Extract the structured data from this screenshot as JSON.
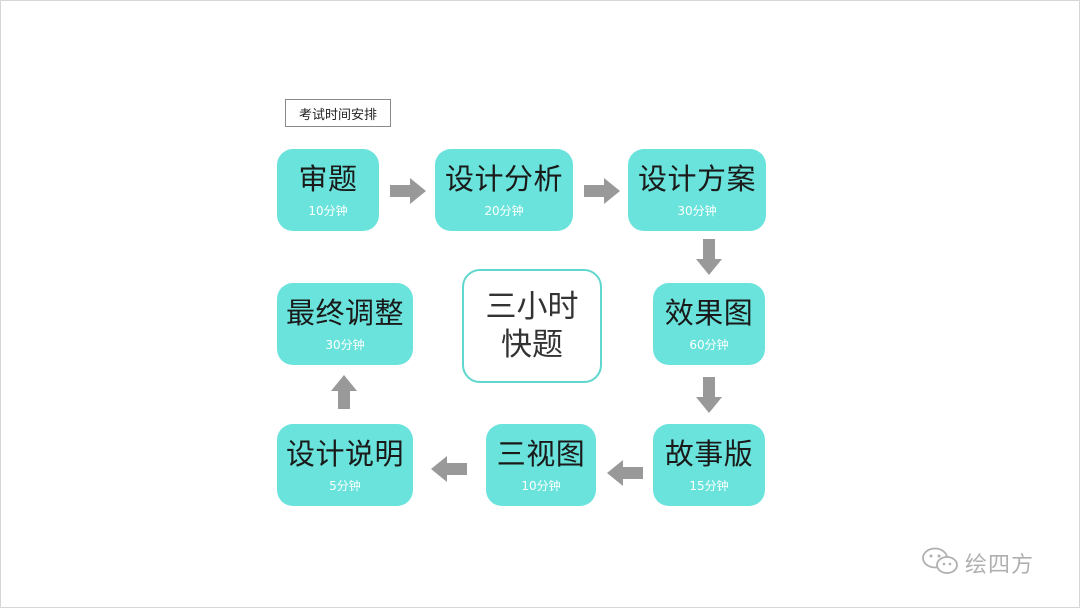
{
  "header": {
    "title": "考试时间安排"
  },
  "center": {
    "line1": "三小时",
    "line2": "快题"
  },
  "steps": [
    {
      "name": "审题",
      "time": "10分钟"
    },
    {
      "name": "设计分析",
      "time": "20分钟"
    },
    {
      "name": "设计方案",
      "time": "30分钟"
    },
    {
      "name": "效果图",
      "time": "60分钟"
    },
    {
      "name": "故事版",
      "time": "15分钟"
    },
    {
      "name": "三视图",
      "time": "10分钟"
    },
    {
      "name": "设计说明",
      "time": "5分钟"
    },
    {
      "name": "最终调整",
      "time": "30分钟"
    }
  ],
  "watermark": {
    "text": "绘四方",
    "icon": "wechat-icon"
  },
  "colors": {
    "step_fill": "#69e3db",
    "center_border": "#5fd7cf",
    "arrow": "#999999"
  }
}
